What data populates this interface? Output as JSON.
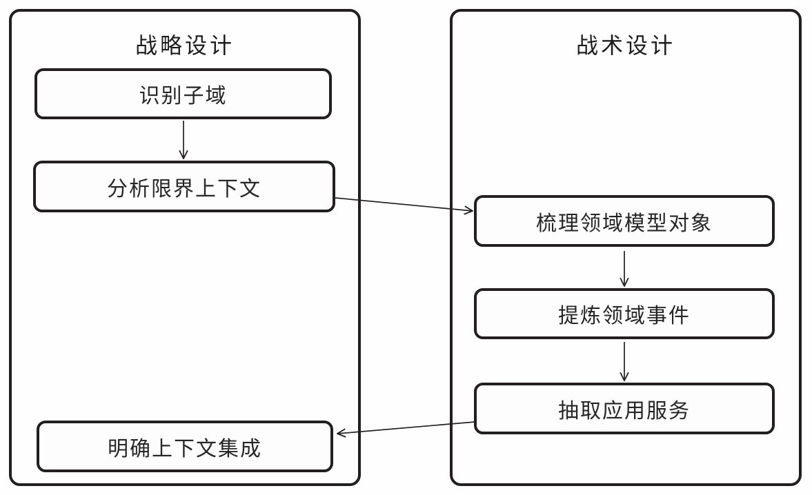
{
  "diagram": {
    "background_color": "#fefefe",
    "stroke_color": "#231f20",
    "left_panel": {
      "title": "战略设计",
      "boxes": [
        {
          "label": "识别子域"
        },
        {
          "label": "分析限界上下文"
        },
        {
          "label": "明确上下文集成"
        }
      ]
    },
    "right_panel": {
      "title": "战术设计",
      "boxes": [
        {
          "label": "梳理领域模型对象"
        },
        {
          "label": "提炼领域事件"
        },
        {
          "label": "抽取应用服务"
        }
      ]
    },
    "edges": [
      {
        "from": "识别子域",
        "to": "分析限界上下文"
      },
      {
        "from": "分析限界上下文",
        "to": "梳理领域模型对象"
      },
      {
        "from": "梳理领域模型对象",
        "to": "提炼领域事件"
      },
      {
        "from": "提炼领域事件",
        "to": "抽取应用服务"
      },
      {
        "from": "抽取应用服务",
        "to": "明确上下文集成"
      }
    ]
  }
}
